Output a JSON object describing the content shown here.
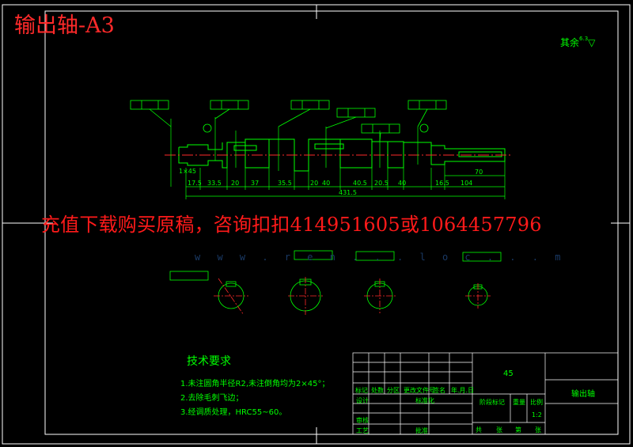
{
  "title": "输出轴-A3",
  "watermark": "充值下载购买原稿，咨询扣扣414951605或1064457796",
  "site_watermark": "w w w . r e n . . . l o c . . . m",
  "roughness_note": "其余",
  "roughness_value": "6.3",
  "tech_requirements": {
    "title": "技术要求",
    "items": [
      "1.未注圆角半径R2,未注倒角均为2×45°；",
      "2.去除毛刺飞边；",
      "3.经调质处理，HRC55~60。"
    ]
  },
  "dimensions": {
    "lengths": [
      "17.5",
      "33.5",
      "20",
      "37",
      "35.5",
      "20",
      "40",
      "40.5",
      "20.5",
      "40",
      "16.5",
      "104"
    ],
    "total_length": "431.5",
    "right_length": "70",
    "chamfer": "1×45"
  },
  "title_block": {
    "material": "45",
    "part_name": "输出轴",
    "scale": "1:2",
    "row_labels": [
      "标记",
      "处数",
      "分区",
      "更改文件号",
      "签名",
      "年.月.日"
    ],
    "stage_label": "阶段标记",
    "weight_label": "重量",
    "scale_label": "比例",
    "designer_label": "设计",
    "standard_label": "标准化",
    "checker_label": "审核",
    "process_label": "工艺",
    "approve_label": "批准",
    "sheet_labels": [
      "共",
      "张",
      "第",
      "张"
    ]
  },
  "colors": {
    "background": "#000000",
    "drawing": "#00ff00",
    "frame": "#ffffff",
    "centerline": "#ff2a2a",
    "title_text": "#ff2a2a"
  }
}
